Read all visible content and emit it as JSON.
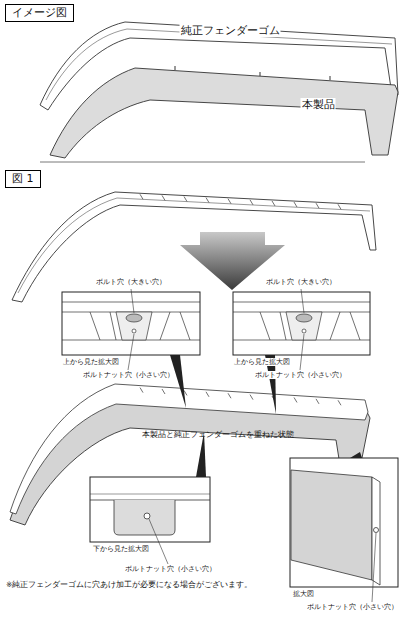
{
  "diagram": {
    "nodes": [
      {
        "text": [
          "イメージ図"
        ]
      },
      {
        "text": [
          "図 1"
        ]
      }
    ],
    "labels": [
      "純正フェンダーゴム",
      "本製品",
      "ボルト穴（大きい穴）",
      "ボルト穴（大きい穴）",
      "上から見た拡大図",
      "ボルトナット穴（小さい穴）",
      "上から見た拡大図",
      "ボルトナット穴（小さい穴）",
      "本製品と純正フェンダーゴムを重ねた状態",
      "下から見た拡大図",
      "ボルトナット穴（小さい穴）",
      "拡大図",
      "ボルトナット穴（小さい穴）",
      "※純正フェンダーゴムに穴あけ加工が必要になる場合がございます。"
    ]
  }
}
